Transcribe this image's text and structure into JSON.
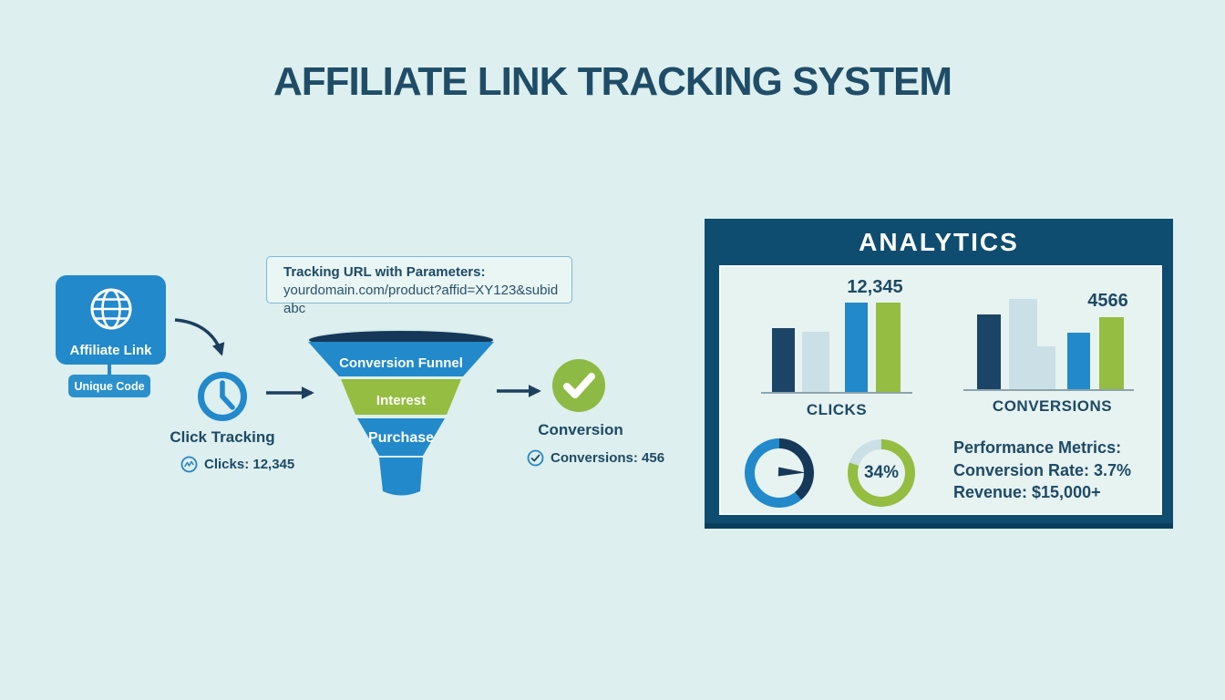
{
  "title": "AFFILIATE LINK TRACKING SYSTEM",
  "colors": {
    "background": "#ddefee",
    "navy": "#1c4467",
    "deep_navy": "#16395a",
    "arrow": "#1d3f5e",
    "frame": "#0e4d6f",
    "blue": "#2289cb",
    "green": "#94bd41",
    "pale": "#cadfe6",
    "panel": "#e7f3f1"
  },
  "flow": {
    "affiliate_link": {
      "label": "Affiliate Link",
      "icon": "globe-icon",
      "badge": "Unique Code"
    },
    "tracking_url": {
      "heading": "Tracking URL with Parameters:",
      "url": "yourdomain.com/product?affid=XY123&subid abc"
    },
    "click_tracking": {
      "label": "Click Tracking",
      "stat": "Clicks: 12,345"
    },
    "funnel": {
      "stages": [
        "Conversion Funnel",
        "Interest",
        "Purchase"
      ]
    },
    "conversion": {
      "label": "Conversion",
      "stat": "Conversions: 456"
    }
  },
  "analytics": {
    "heading": "ANALYTICS",
    "charts": [
      {
        "type": "bar",
        "label": "CLICKS",
        "value_label": "12,345",
        "bars": [
          {
            "color": "navy",
            "pct": 70,
            "w": 25,
            "gap": 12
          },
          {
            "color": "pale",
            "pct": 66,
            "w": 30,
            "gap": 8
          },
          {
            "color": "blue",
            "pct": 98,
            "w": 25,
            "gap": 17
          },
          {
            "color": "green",
            "pct": 98,
            "w": 27,
            "gap": 9
          }
        ]
      },
      {
        "type": "bar",
        "label": "CONVERSIONS",
        "value_label": "4566",
        "bars": [
          {
            "color": "navy",
            "pct": 82,
            "w": 26,
            "gap": 12
          },
          {
            "color": "pale",
            "pct": 99,
            "w": 31,
            "gap": 9
          },
          {
            "color": "pale",
            "pct": 47,
            "w": 20,
            "gap": 0
          },
          {
            "color": "blue",
            "pct": 62,
            "w": 25,
            "gap": 13
          },
          {
            "color": "green",
            "pct": 79,
            "w": 27,
            "gap": 10
          }
        ]
      }
    ],
    "gauge": {
      "type": "donut-gauge",
      "segments": [
        {
          "color": "deep_navy",
          "pct": 39
        },
        {
          "color": "blue",
          "pct": 61
        }
      ]
    },
    "donut": {
      "type": "donut",
      "value_label": "34%",
      "segments": [
        {
          "color": "green",
          "pct": 80
        },
        {
          "color": "pale",
          "pct": 20
        }
      ]
    },
    "metrics": {
      "lines": [
        "Performance Metrics:",
        "Conversion Rate: 3.7%",
        "Revenue: $15,000+"
      ]
    }
  }
}
